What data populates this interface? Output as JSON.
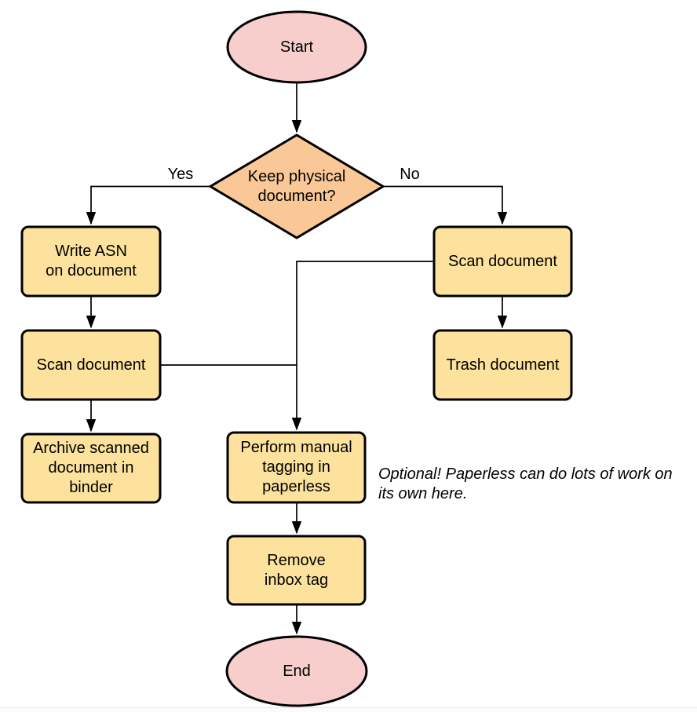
{
  "canvas": {
    "background": "#ffffff"
  },
  "colors": {
    "terminator_fill": "#f8cecc",
    "decision_fill": "#fac896",
    "process_fill": "#fce29c",
    "stroke": "#000000"
  },
  "nodes": {
    "start": {
      "label": "Start",
      "type": "terminator"
    },
    "decision": {
      "label": "Keep physical\ndocument?",
      "type": "decision"
    },
    "write_asn": {
      "label": "Write ASN\non document",
      "type": "process"
    },
    "scan_left": {
      "label": "Scan document",
      "type": "process"
    },
    "archive": {
      "label": "Archive scanned\ndocument in\nbinder",
      "type": "process"
    },
    "scan_right": {
      "label": "Scan document",
      "type": "process"
    },
    "trash": {
      "label": "Trash document",
      "type": "process"
    },
    "tagging": {
      "label": "Perform manual\ntagging in\npaperless",
      "type": "process"
    },
    "remove_inbox": {
      "label": "Remove\ninbox tag",
      "type": "process"
    },
    "end": {
      "label": "End",
      "type": "terminator"
    }
  },
  "edge_labels": {
    "yes": "Yes",
    "no": "No"
  },
  "annotation": {
    "text": "Optional! Paperless can do lots of work on\nits own here."
  }
}
